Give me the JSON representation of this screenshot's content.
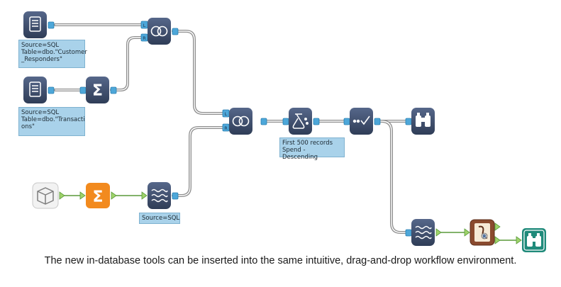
{
  "annotations": {
    "customer_responders": "Source=SQL\nTable=dbo.\"Customer\n_Responders\"",
    "transactions": "Source=SQL\nTable=dbo.\"Transacti\nons\"",
    "sample": "First 500 records\nSpend - Descending",
    "source_sql": "Source=SQL"
  },
  "anchors": {
    "left": "L",
    "right": "R"
  },
  "caption": "The new in-database tools can be inserted into the same intuitive, drag-and-drop workflow environment.",
  "colors": {
    "indb_tool": "#3d4d6b",
    "summarize_standard": "#f28a1e",
    "browse_standard": "#1f8a7a",
    "anchor": "#4da7d9",
    "note_bg": "#a9d2ea",
    "connection": "#9a9a9a"
  },
  "icons": {
    "connect_in_db_1": "database-connect-icon",
    "connect_in_db_2": "database-connect-icon",
    "summarize_in_db": "sigma-icon",
    "join_in_db_1": "join-venn-icon",
    "join_in_db_2": "join-venn-icon",
    "sample_in_db": "sample-flask-icon",
    "filter_in_db": "filter-check-icon",
    "browse_in_db": "binoculars-icon",
    "input_cube": "cube-input-icon",
    "summarize": "sigma-icon",
    "write_in_db": "waves-write-icon",
    "data_stream_out": "waves-stream-out-icon",
    "r_tool": "r-script-icon",
    "browse": "binoculars-icon"
  }
}
